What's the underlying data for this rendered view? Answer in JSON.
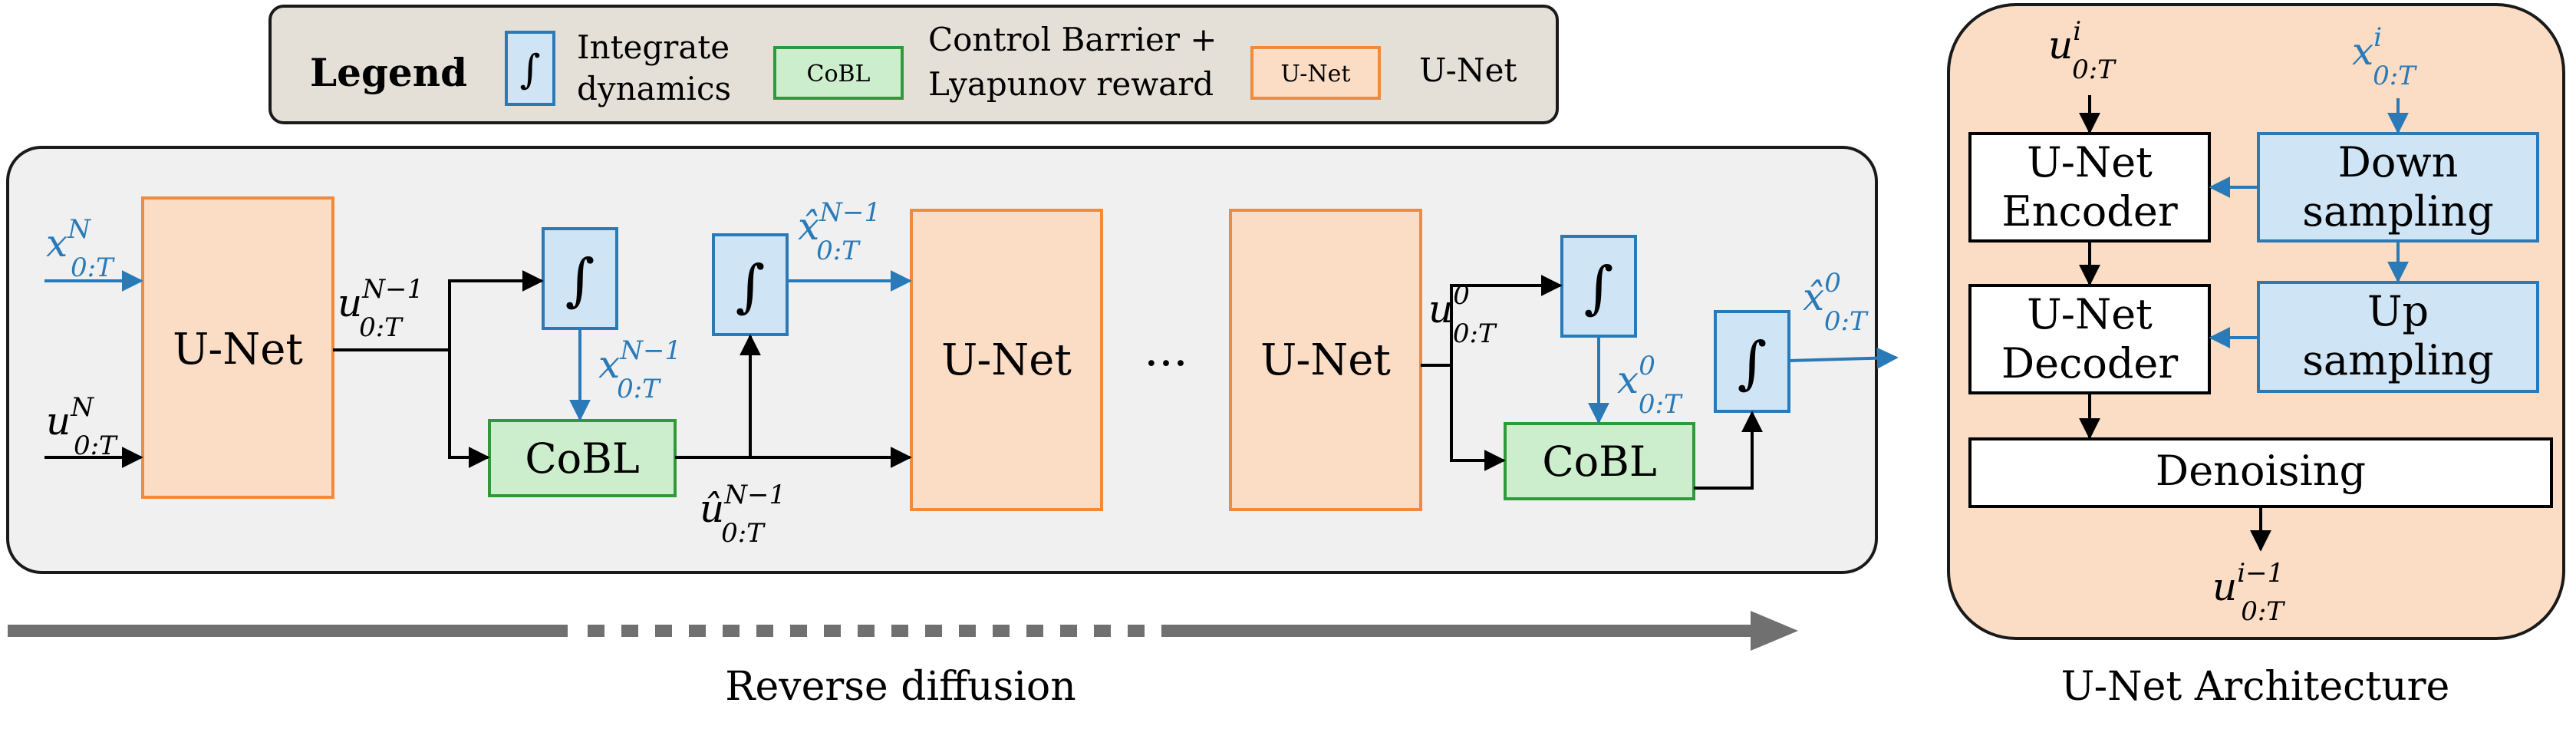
{
  "colors": {
    "blue": "#2a7ab8",
    "blue_fill": "#cfe4f5",
    "green": "#2e9a3a",
    "green_fill": "#cdeecd",
    "orange": "#f08a3c",
    "orange_fill": "#fbdcc4",
    "legend_fill": "#e4e0d8",
    "panel_fill": "#f0f0f0",
    "arrow_gray": "#707070"
  },
  "legend": {
    "title": "Legend",
    "colon": ":",
    "integrate_label_1": "Integrate",
    "integrate_label_2": "dynamics",
    "cobl_box": "CoBL",
    "cobl_label_1": "Control Barrier +",
    "cobl_label_2": "Lyapunov reward",
    "unet_box": "U-Net",
    "unet_label": "U-Net"
  },
  "reverse": {
    "unet_1": "U-Net",
    "unet_2": "U-Net",
    "unet_3": "U-Net",
    "cobl_1": "CoBL",
    "cobl_2": "CoBL",
    "ellipsis": "···",
    "integral": "∫",
    "x_input": {
      "base": "x",
      "sup": "N",
      "sub": "0:T"
    },
    "u_input": {
      "base": "u",
      "sup": "N",
      "sub": "0:T"
    },
    "u_n1": {
      "base": "u",
      "sup": "N−1",
      "sub": "0:T"
    },
    "x_n1": {
      "base": "x",
      "sup": "N−1",
      "sub": "0:T"
    },
    "xhat_n1": {
      "base": "x̂",
      "sup": "N−1",
      "sub": "0:T"
    },
    "uhat_n1": {
      "base": "û",
      "sup": "N−1",
      "sub": "0:T"
    },
    "u_0": {
      "base": "u",
      "sup": "0",
      "sub": "0:T"
    },
    "x_0": {
      "base": "x",
      "sup": "0",
      "sub": "0:T"
    },
    "xhat_0": {
      "base": "x̂",
      "sup": "0",
      "sub": "0:T"
    }
  },
  "caption_reverse": "Reverse diffusion",
  "architecture": {
    "encoder": [
      "U-Net",
      "Encoder"
    ],
    "decoder": [
      "U-Net",
      "Decoder"
    ],
    "down": [
      "Down",
      "sampling"
    ],
    "up": [
      "Up",
      "sampling"
    ],
    "denoising": "Denoising",
    "u_in": {
      "base": "u",
      "sup": "i",
      "sub": "0:T"
    },
    "x_in": {
      "base": "x",
      "sup": "i",
      "sub": "0:T"
    },
    "u_out": {
      "base": "u",
      "sup": "i−1",
      "sub": "0:T"
    }
  },
  "caption_arch": "U-Net Architecture"
}
